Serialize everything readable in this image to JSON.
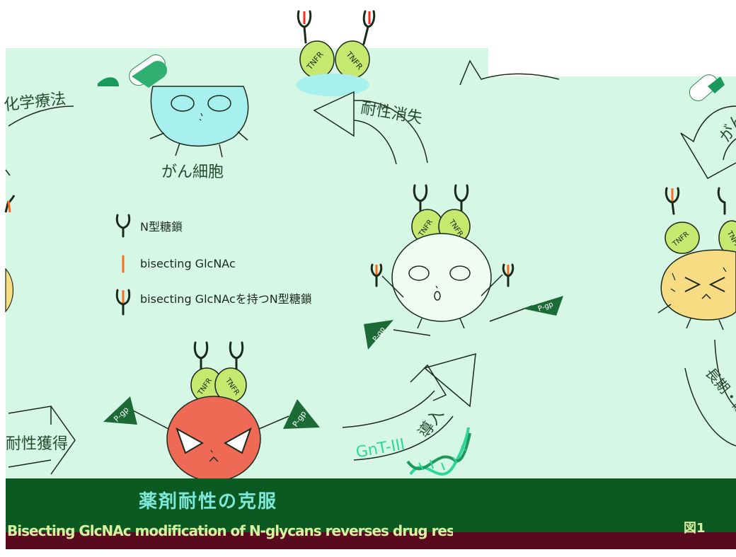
{
  "labels": {
    "cancer_cell": "がん細胞",
    "chemo": "化学療法",
    "resistance_loss": "耐性消失",
    "resistance_gain": "耐性獲得",
    "gnt_intro_gene": "GnT-III",
    "gnt_intro_verb": "導入",
    "long_term": "長期・耐性",
    "cancer_right": "がん"
  },
  "legend": {
    "n_glycan": "N型糖鎖",
    "bisecting": "bisecting GlcNAc",
    "bisecting_n_glycan": "bisecting GlcNAcを持つN型糖鎖"
  },
  "tags": {
    "receptor": "TNFR",
    "pump": "P-gp"
  },
  "footer": {
    "heading": "薬剤耐性の克服",
    "subtitle": "Bisecting GlcNAc modification of N-glycans reverses drug resistance",
    "corner": "図1"
  },
  "colors": {
    "mint_background": "#d6f7e6",
    "cell_cyan": "#a8f0ee",
    "cell_pale": "#eefcf2",
    "cell_red": "#ee6a55",
    "cell_yellow": "#f8dc84",
    "receptor_green": "#c6e86e",
    "pump_dark_green": "#1c6a36",
    "bisecting_orange": "#ff6a1a",
    "text_green": "#2a4a30",
    "dna_green": "#2fd69a",
    "footer_dark": "#0b5a22",
    "footer_maroon": "#5a0a1e"
  }
}
